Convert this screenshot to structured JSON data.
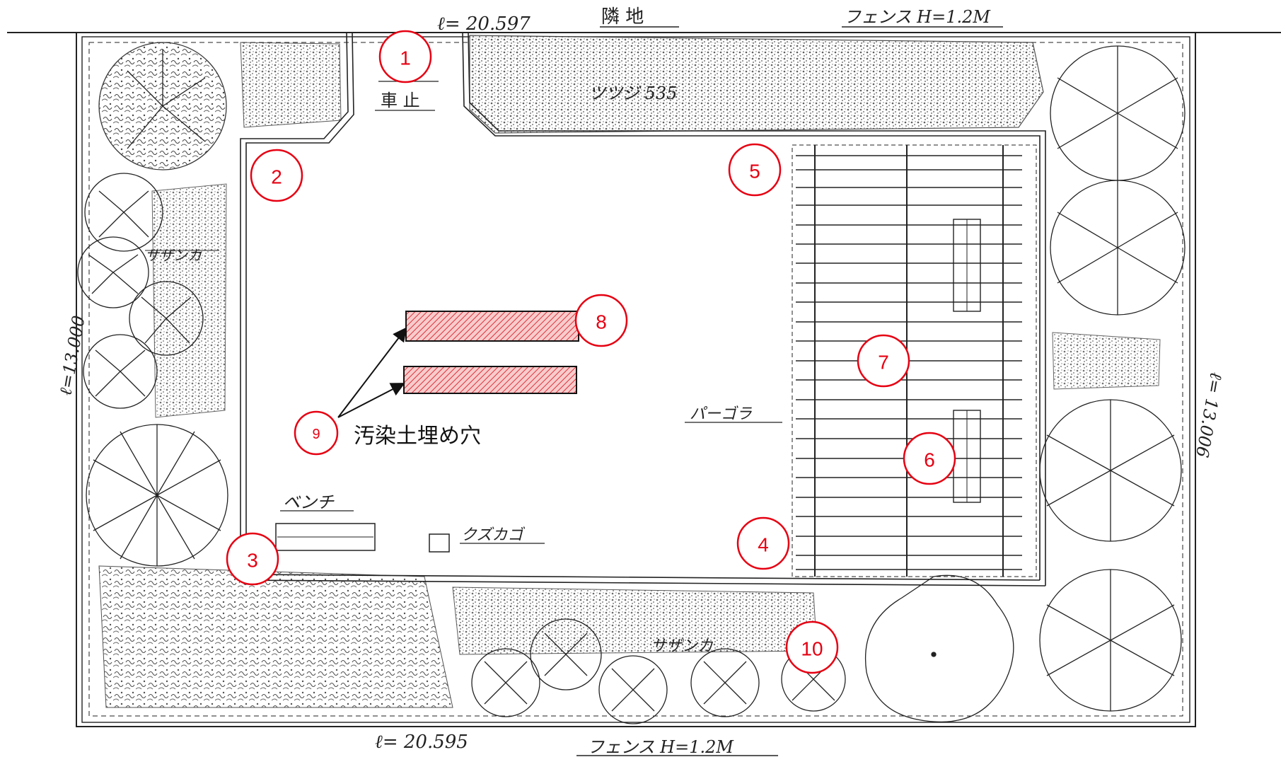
{
  "dimensions": {
    "top": "ℓ= 20.597",
    "bottom": "ℓ= 20.595",
    "left": "ℓ=13.000",
    "right": "ℓ= 13.006"
  },
  "labels": {
    "boundary_top": "隣 地",
    "fence_top": "フェンス H=1.2M",
    "fence_bottom": "フェンス H=1.2M",
    "car_stop": "車 止",
    "tsutsuji": "ツツジ 535",
    "sazanka_left": "サザンカ",
    "sazanka_bottom": "サザンカ",
    "pergola": "パーゴラ",
    "bench": "ベンチ",
    "trash_basket": "クズカゴ",
    "contaminated_soil_pit": "汚染土埋め穴"
  },
  "markers": [
    "1",
    "2",
    "3",
    "4",
    "5",
    "6",
    "7",
    "8",
    "9",
    "10"
  ],
  "colors": {
    "marker": "#e60012",
    "pit_fill": "#f7c5c5",
    "pit_hatch": "#e0303a",
    "line": "#222222"
  }
}
